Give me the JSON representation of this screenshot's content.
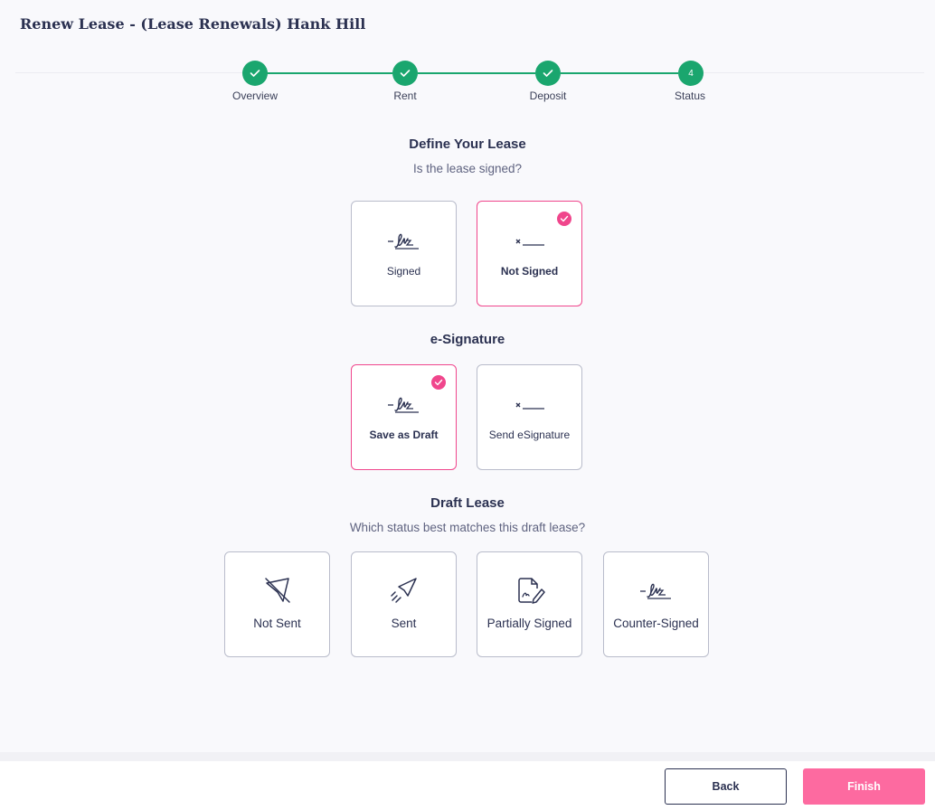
{
  "page": {
    "title": "Renew Lease - (Lease Renewals) Hank Hill"
  },
  "stepper": {
    "steps": [
      {
        "label": "Overview",
        "state": "complete"
      },
      {
        "label": "Rent",
        "state": "complete"
      },
      {
        "label": "Deposit",
        "state": "complete"
      },
      {
        "label": "Status",
        "state": "current",
        "number": "4"
      }
    ]
  },
  "define_lease": {
    "title": "Define Your Lease",
    "question": "Is the lease signed?",
    "options": [
      {
        "label": "Signed",
        "icon": "signature-icon",
        "selected": false
      },
      {
        "label": "Not Signed",
        "icon": "unsigned-line-icon",
        "selected": true
      }
    ]
  },
  "esignature": {
    "title": "e-Signature",
    "options": [
      {
        "label": "Save as Draft",
        "icon": "signature-icon",
        "selected": true
      },
      {
        "label": "Send eSignature",
        "icon": "unsigned-line-icon",
        "selected": false
      }
    ]
  },
  "draft_lease": {
    "title": "Draft Lease",
    "question": "Which status best matches this draft lease?",
    "options": [
      {
        "label": "Not Sent",
        "icon": "plane-off-icon",
        "selected": false
      },
      {
        "label": "Sent",
        "icon": "paper-plane-icon",
        "selected": false
      },
      {
        "label": "Partially Signed",
        "icon": "document-signature-icon",
        "selected": false
      },
      {
        "label": "Counter-Signed",
        "icon": "signature-icon",
        "selected": false
      }
    ]
  },
  "footer": {
    "back_label": "Back",
    "finish_label": "Finish"
  },
  "colors": {
    "accent_green": "#1aa66e",
    "selected_pink": "#f0468c",
    "finish_pink": "#fd6aa0",
    "text_navy": "#2b3151"
  }
}
